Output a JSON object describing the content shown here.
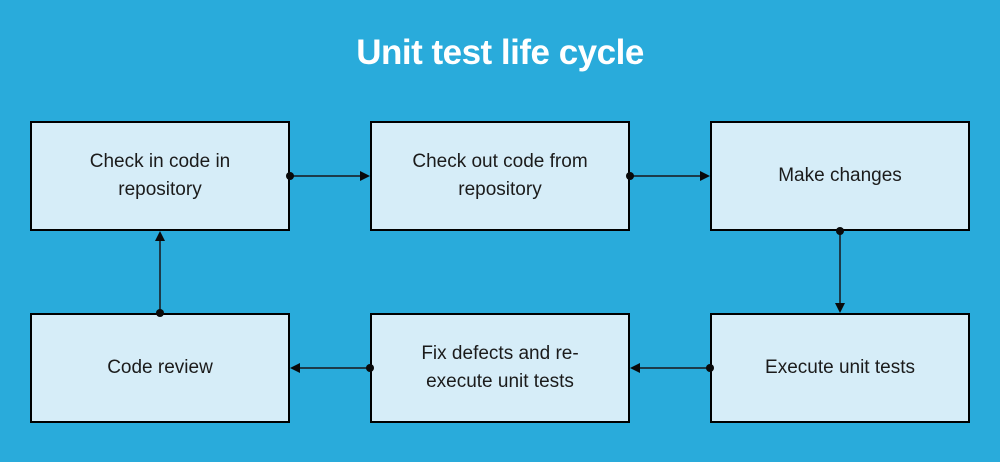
{
  "title": "Unit test life cycle",
  "colors": {
    "background": "#29ABDB",
    "node_fill": "#D6EDF8",
    "node_border": "#000000",
    "node_text": "#1B1B1B",
    "title_text": "#FFFFFF",
    "arrow": "#1C3B4A",
    "arrow_end": "#0A0A0A"
  },
  "nodes": [
    {
      "id": "check-in",
      "label": "Check in code in repository"
    },
    {
      "id": "check-out",
      "label": "Check out code from repository"
    },
    {
      "id": "make-changes",
      "label": "Make changes"
    },
    {
      "id": "code-review",
      "label": "Code review"
    },
    {
      "id": "fix-defects",
      "label": "Fix defects and re-execute unit tests"
    },
    {
      "id": "execute-tests",
      "label": "Execute unit tests"
    }
  ],
  "edges": [
    {
      "from": "check-in",
      "to": "check-out"
    },
    {
      "from": "check-out",
      "to": "make-changes"
    },
    {
      "from": "make-changes",
      "to": "execute-tests"
    },
    {
      "from": "execute-tests",
      "to": "fix-defects"
    },
    {
      "from": "fix-defects",
      "to": "code-review"
    },
    {
      "from": "code-review",
      "to": "check-in"
    }
  ]
}
